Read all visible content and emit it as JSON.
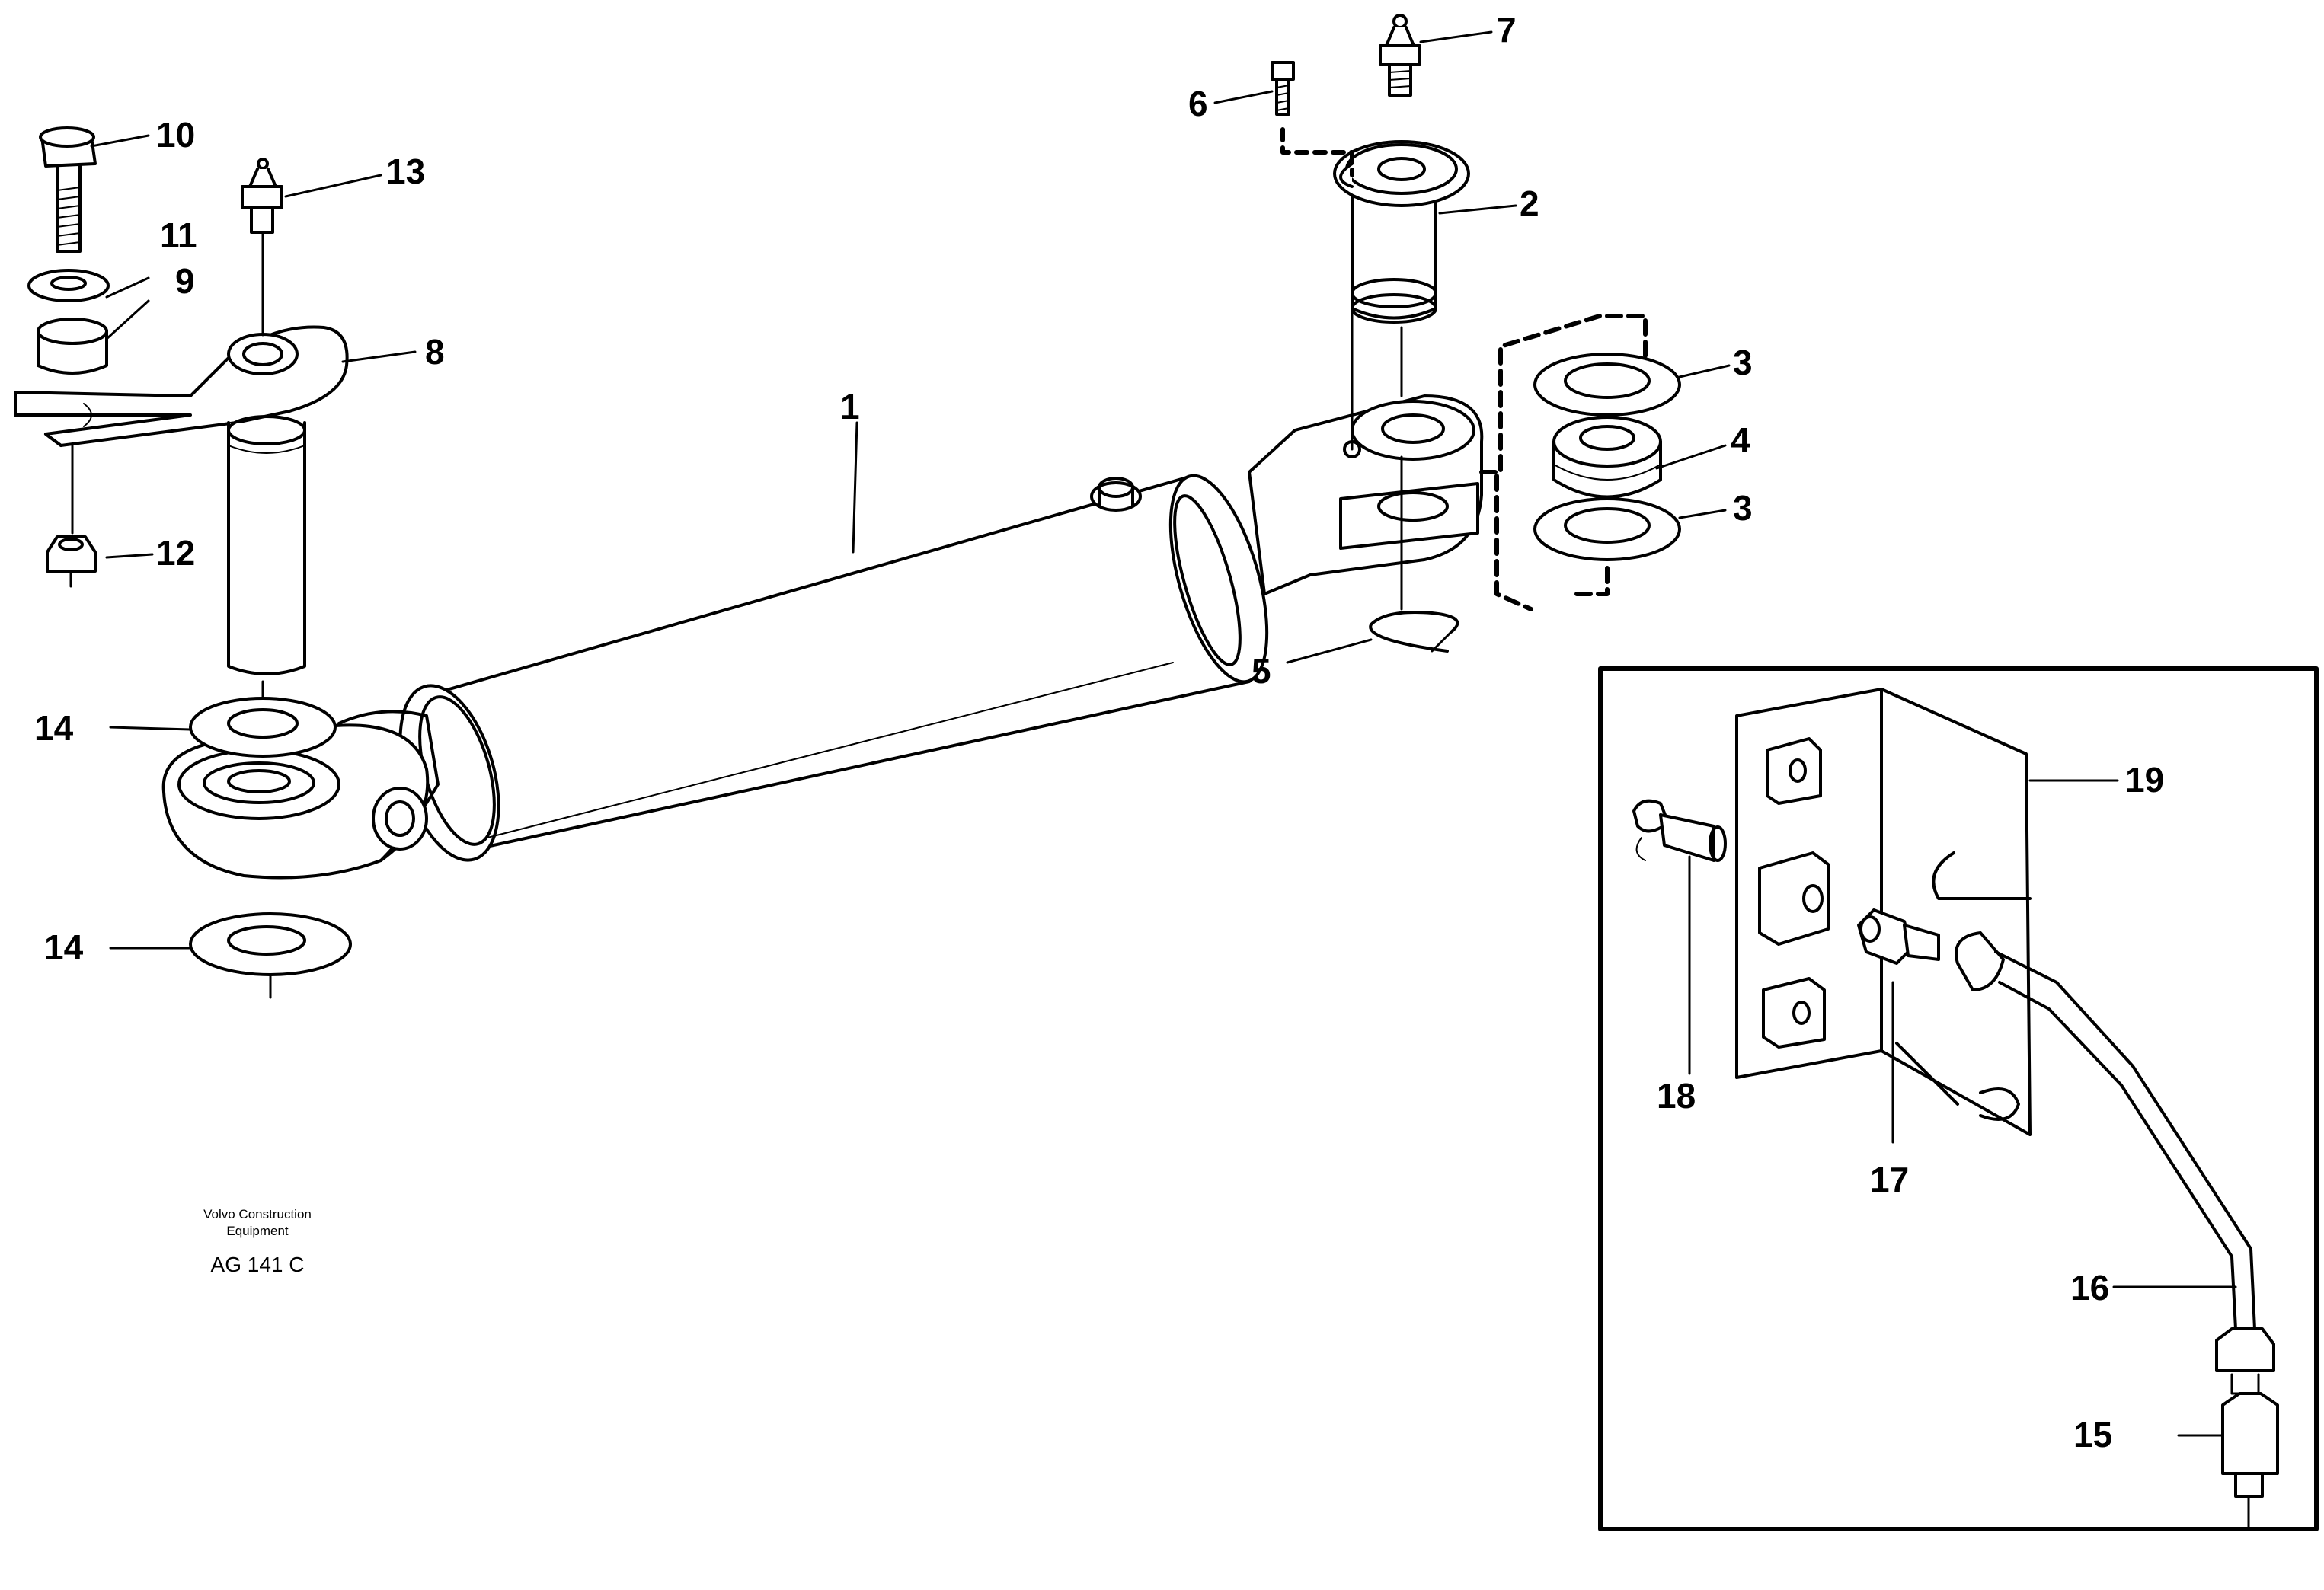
{
  "diagram": {
    "callouts": [
      {
        "id": "1",
        "label": "1"
      },
      {
        "id": "2",
        "label": "2"
      },
      {
        "id": "3a",
        "label": "3"
      },
      {
        "id": "3b",
        "label": "3"
      },
      {
        "id": "4",
        "label": "4"
      },
      {
        "id": "5",
        "label": "5"
      },
      {
        "id": "6",
        "label": "6"
      },
      {
        "id": "7",
        "label": "7"
      },
      {
        "id": "8",
        "label": "8"
      },
      {
        "id": "9",
        "label": "9"
      },
      {
        "id": "10",
        "label": "10"
      },
      {
        "id": "11",
        "label": "11"
      },
      {
        "id": "12",
        "label": "12"
      },
      {
        "id": "13",
        "label": "13"
      },
      {
        "id": "14a",
        "label": "14"
      },
      {
        "id": "14b",
        "label": "14"
      },
      {
        "id": "15",
        "label": "15"
      },
      {
        "id": "16",
        "label": "16"
      },
      {
        "id": "17",
        "label": "17"
      },
      {
        "id": "18",
        "label": "18"
      },
      {
        "id": "19",
        "label": "19"
      }
    ],
    "credit_line1": "Volvo Construction",
    "credit_line2": "Equipment",
    "drawing_code": "AG 141 C"
  }
}
